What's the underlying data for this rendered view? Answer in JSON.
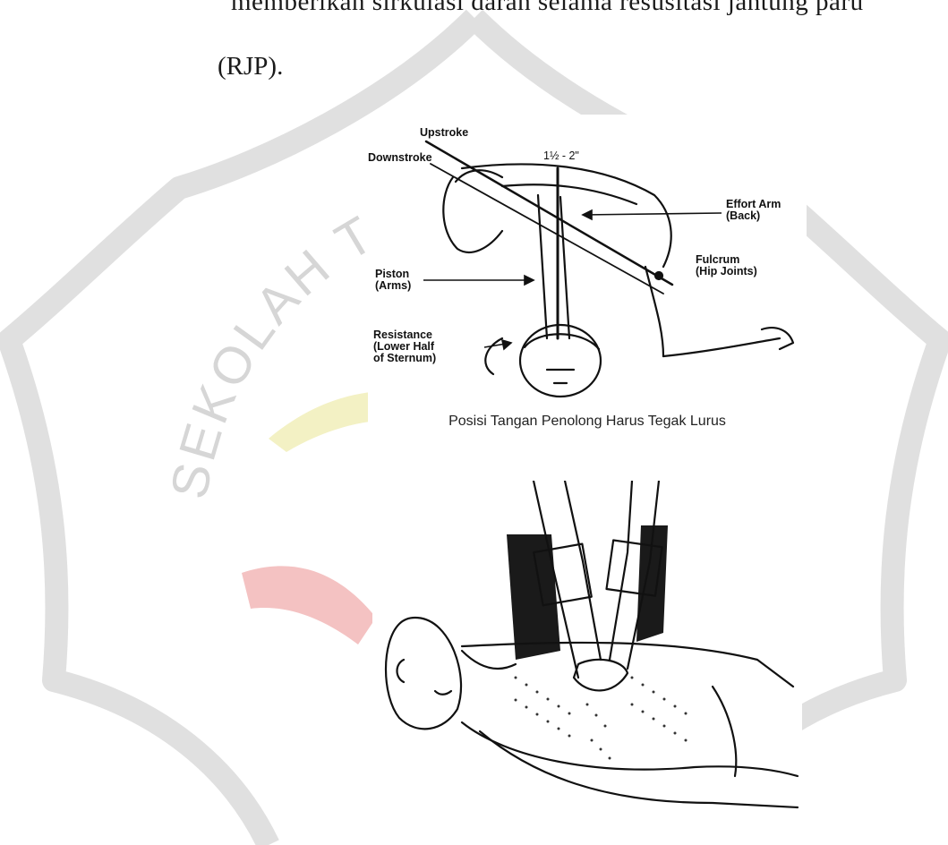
{
  "body_text": {
    "line1": "memberikan sirkulasi darah selama  resusitasi jantung paru",
    "line2": "(RJP)."
  },
  "watermark": {
    "text": "SEKOLAH TIN",
    "colors": {
      "outline": "#dcdcdc",
      "text": "#d6d6d6",
      "red": "#f2b0b0",
      "yellow": "#f3f1c4"
    }
  },
  "figure_top": {
    "labels": {
      "upstroke": "Upstroke",
      "downstroke": "Downstroke",
      "distance": "1½ - 2\"",
      "effort_arm": "Effort Arm\n(Back)",
      "fulcrum": "Fulcrum\n(Hip Joints)",
      "piston": "Piston\n(Arms)",
      "resistance": "Resistance\n(Lower Half\nof Sternum)"
    },
    "caption": "Posisi Tangan Penolong Harus Tegak Lurus"
  }
}
